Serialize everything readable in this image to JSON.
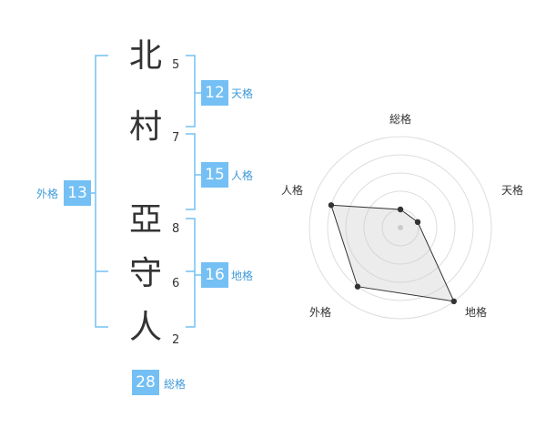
{
  "name": {
    "characters": [
      {
        "char": "北",
        "strokes": "5"
      },
      {
        "char": "村",
        "strokes": "7"
      },
      {
        "char": "亞",
        "strokes": "8"
      },
      {
        "char": "守",
        "strokes": "6"
      },
      {
        "char": "人",
        "strokes": "2"
      }
    ]
  },
  "fortunes": {
    "tenkaku": {
      "label": "天格",
      "value": "12"
    },
    "jinkaku": {
      "label": "人格",
      "value": "15"
    },
    "chikaku": {
      "label": "地格",
      "value": "16"
    },
    "gaikaku": {
      "label": "外格",
      "value": "13"
    },
    "soukaku": {
      "label": "総格",
      "value": "28"
    }
  },
  "colors": {
    "accent": "#74c0f4",
    "label": "#3f9ad8",
    "text": "#333333"
  },
  "chart_data": {
    "type": "radar",
    "axes": [
      "総格",
      "天格",
      "地格",
      "外格",
      "人格"
    ],
    "rings": 5,
    "values": [
      1,
      1,
      5,
      4,
      4
    ],
    "max": 5
  }
}
